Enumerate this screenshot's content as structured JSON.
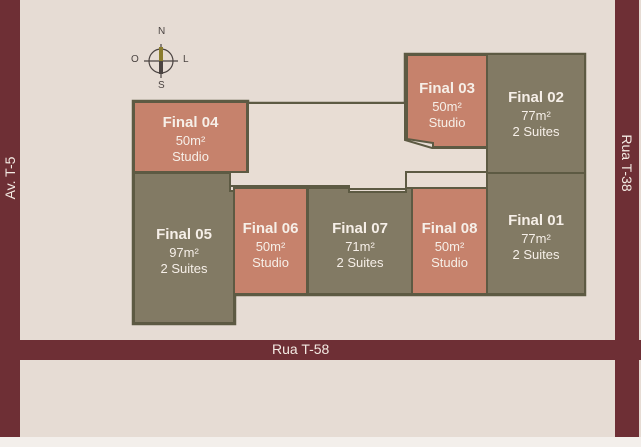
{
  "streets": {
    "left": "Av. T-5",
    "right": "Rua T-38",
    "bottom": "Rua T-58"
  },
  "compass": {
    "n": "N",
    "s": "S",
    "w": "O",
    "e": "L"
  },
  "units": [
    {
      "name": "Final 01",
      "area": "77m²",
      "type": "2 Suites"
    },
    {
      "name": "Final 02",
      "area": "77m²",
      "type": "2 Suites"
    },
    {
      "name": "Final 03",
      "area": "50m²",
      "type": "Studio"
    },
    {
      "name": "Final 04",
      "area": "50m²",
      "type": "Studio"
    },
    {
      "name": "Final 05",
      "area": "97m²",
      "type": "2 Suites"
    },
    {
      "name": "Final 06",
      "area": "50m²",
      "type": "Studio"
    },
    {
      "name": "Final 07",
      "area": "71m²",
      "type": "2 Suites"
    },
    {
      "name": "Final 08",
      "area": "50m²",
      "type": "Studio"
    }
  ],
  "colors": {
    "studio": "#c6826c",
    "suite": "#827a64",
    "outline": "#5d5a43",
    "road": "#6e2f35"
  }
}
